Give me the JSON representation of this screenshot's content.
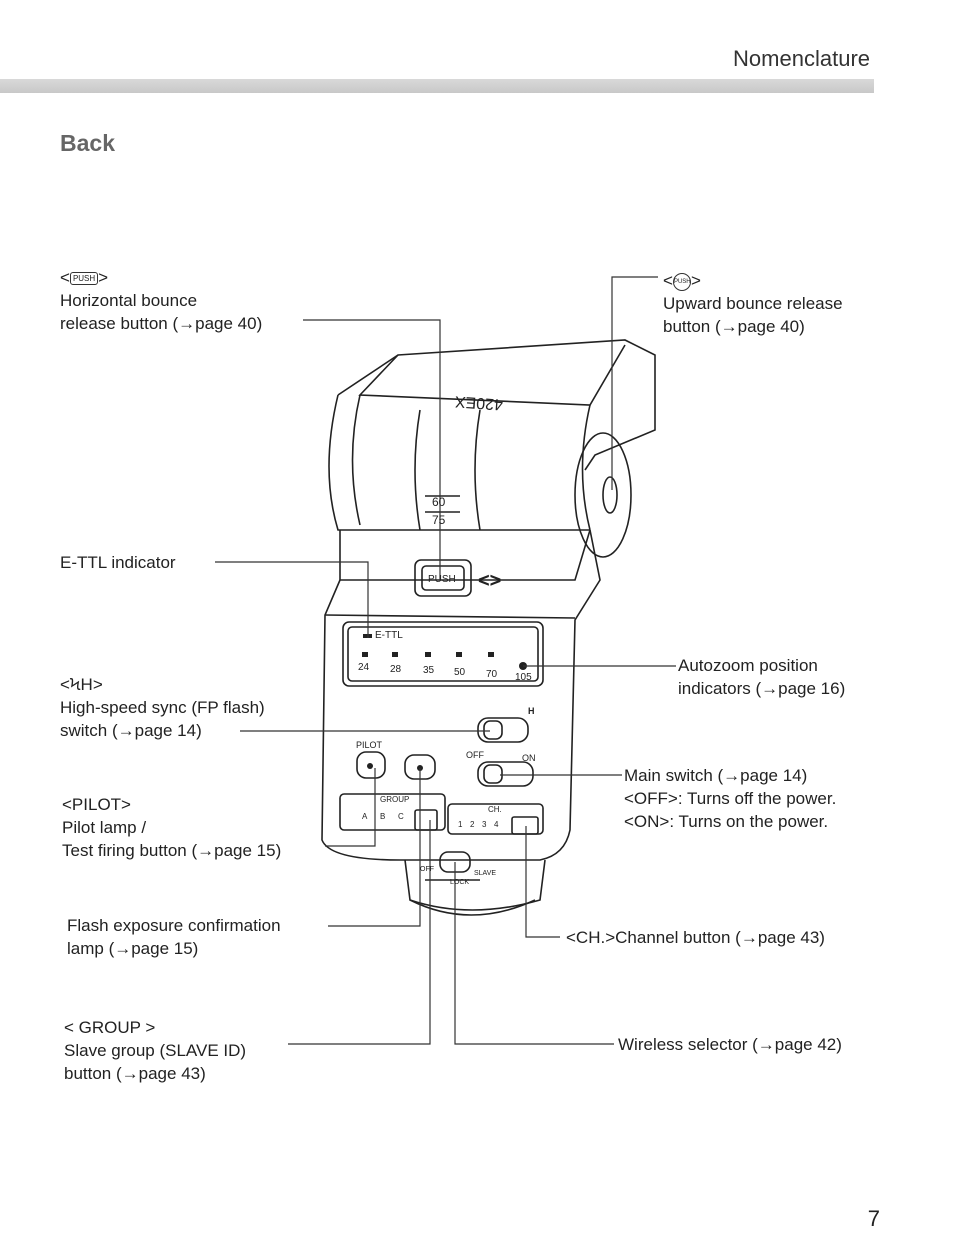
{
  "header": {
    "title": "Nomenclature"
  },
  "section": {
    "title": "Back"
  },
  "labels": {
    "horiz_bounce": {
      "sym_left": "<",
      "sym_box": "PUSH",
      "sym_right": ">",
      "line1": "Horizontal bounce",
      "line2": "release button (→page 40)"
    },
    "upward_bounce": {
      "sym_left": "<",
      "sym_circle": "PUSH",
      "sym_right": ">",
      "line1": "Upward bounce release",
      "line2": "button (→page 40)"
    },
    "ettl_indicator": {
      "line1": "E-TTL indicator"
    },
    "hss_switch": {
      "sym": "<ϞH>",
      "line1": "High-speed sync (FP flash)",
      "line2": "switch (→page 14)"
    },
    "autozoom": {
      "line1": "Autozoom position",
      "line2": "indicators (→page 16)"
    },
    "main_switch": {
      "line1": "Main switch (→page 14)",
      "line2": "<OFF>: Turns off the power.",
      "line3": "<ON>: Turns on the power."
    },
    "pilot": {
      "sym": "<PILOT>",
      "line1": "Pilot lamp /",
      "line2": "Test firing button (→page 15)"
    },
    "flash_confirm": {
      "line1": "Flash exposure confirmation",
      "line2": "lamp (→page 15)"
    },
    "channel": {
      "line1": "<CH.>Channel button (→page 43)"
    },
    "group": {
      "sym": "< GROUP >",
      "line1": "Slave group (SLAVE ID)",
      "line2": "button (→page 43)"
    },
    "wireless": {
      "line1": "Wireless selector (→page 42)"
    }
  },
  "unit": {
    "model": "420EX",
    "zoom_scale_top": "60",
    "zoom_scale_bottom": "75",
    "push_button": "PUSH",
    "ettl_text": "E-TTL",
    "zoom_values": [
      "24",
      "28",
      "35",
      "50",
      "70",
      "105"
    ],
    "pilot_text": "PILOT",
    "off_text": "OFF",
    "on_text": "ON",
    "hss_icon_text": "H",
    "group_text": "GROUP",
    "group_letters": [
      "A",
      "B",
      "C"
    ],
    "ch_text": "CH.",
    "ch_numbers": [
      "1",
      "2",
      "3",
      "4"
    ],
    "selector_off": "OFF",
    "selector_slave": "SLAVE",
    "lock_text": "LOCK"
  },
  "page": {
    "number": "7"
  }
}
